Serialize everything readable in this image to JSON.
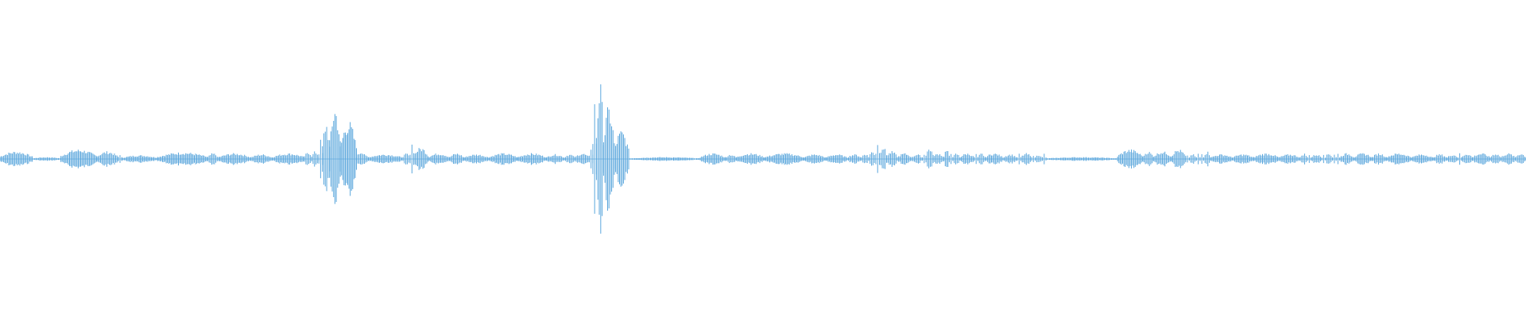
{
  "waveform": {
    "color": "#5aa6dc",
    "baseline_color": "#8ec3ea",
    "peaks": [
      [
        0.09,
        8
      ],
      [
        0.08,
        2
      ],
      [
        0.1,
        10
      ],
      [
        0.06,
        8
      ],
      [
        0.01,
        6
      ],
      [
        0.1,
        4
      ],
      [
        0.14,
        7
      ],
      [
        0.03,
        6
      ],
      [
        0.09,
        6
      ],
      [
        0.06,
        5
      ],
      [
        0.09,
        6
      ],
      [
        0.02,
        8
      ],
      [
        0.02,
        8
      ],
      [
        0.01,
        20
      ],
      [
        0.02,
        40
      ],
      [
        0.03,
        55
      ],
      [
        0.045,
        40
      ],
      [
        0.03,
        8
      ],
      [
        0.1,
        5
      ],
      [
        0.02,
        6
      ],
      [
        0.01,
        20
      ],
      [
        0.04,
        12
      ],
      [
        0.06,
        6
      ],
      [
        0.04,
        6
      ],
      [
        0.07,
        5
      ],
      [
        0.08,
        6
      ],
      [
        0.08,
        6
      ],
      [
        0.05,
        5
      ],
      [
        0.03,
        5
      ],
      [
        0.04,
        6
      ],
      [
        0.01,
        14
      ],
      [
        0.01,
        60
      ],
      [
        0.02,
        80
      ],
      [
        0.03,
        55
      ],
      [
        0.04,
        30
      ],
      [
        0.2,
        2
      ],
      [
        0.07,
        6
      ],
      [
        0.03,
        5
      ],
      [
        0.08,
        6
      ],
      [
        0.11,
        6
      ],
      [
        0.06,
        5
      ],
      [
        0.06,
        5
      ],
      [
        0.04,
        5
      ],
      [
        0.02,
        6
      ],
      [
        0.02,
        8
      ],
      [
        0.01,
        20
      ],
      [
        0.02,
        14
      ],
      [
        0.03,
        8
      ],
      [
        0.04,
        6
      ],
      [
        0.03,
        5
      ],
      [
        0.01,
        6
      ],
      [
        0.02,
        12
      ],
      [
        0.03,
        6
      ],
      [
        0.015,
        10
      ],
      [
        0.01,
        8
      ],
      [
        0.02,
        6
      ],
      [
        0.04,
        6
      ],
      [
        0.01,
        6
      ],
      [
        0.02,
        6
      ],
      [
        0.05,
        6
      ],
      [
        0.04,
        5
      ],
      [
        0.01,
        6
      ],
      [
        0.03,
        6
      ],
      [
        0.01,
        5
      ],
      [
        0.02,
        5
      ],
      [
        0.01,
        6
      ],
      [
        0.2,
        2
      ],
      [
        0.07,
        10
      ],
      [
        0.03,
        8
      ],
      [
        0.05,
        8
      ],
      [
        0.04,
        10
      ],
      [
        0.01,
        5
      ],
      [
        0.02,
        5
      ],
      [
        0.01,
        6
      ],
      [
        0.01,
        6
      ],
      [
        0.02,
        8
      ],
      [
        0.06,
        5
      ],
      [
        0.06,
        5
      ],
      [
        0.07,
        6
      ],
      [
        0.06,
        5
      ],
      [
        0.02,
        6
      ],
      [
        0.01,
        6
      ],
      [
        0.03,
        5
      ],
      [
        0.01,
        6
      ],
      [
        0.02,
        6
      ],
      [
        0.01,
        6
      ],
      [
        0.01,
        6
      ],
      [
        0.04,
        6
      ],
      [
        0.05,
        6
      ],
      [
        0.04,
        6
      ],
      [
        0.07,
        6
      ],
      [
        0.06,
        5
      ],
      [
        0.04,
        5
      ],
      [
        0.03,
        5
      ],
      [
        0.01,
        6
      ],
      [
        0.03,
        6
      ],
      [
        0.05,
        6
      ],
      [
        0.03,
        6
      ],
      [
        0.04,
        6
      ],
      [
        0.03,
        6
      ]
    ]
  }
}
